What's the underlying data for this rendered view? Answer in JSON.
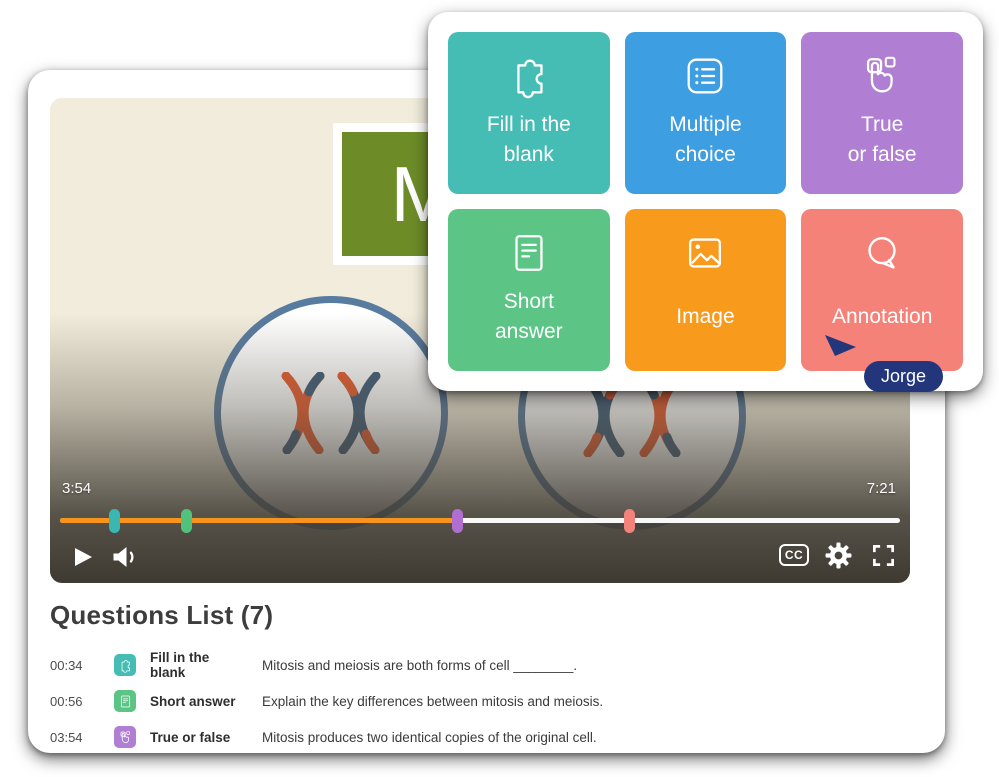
{
  "overlay_panel": {
    "tiles": [
      {
        "label": "Fill in the\nblank",
        "color": "#45bdb5",
        "icon": "puzzle-icon"
      },
      {
        "label": "Multiple\nchoice",
        "color": "#3d9ee2",
        "icon": "list-icon"
      },
      {
        "label": "True\nor false",
        "color": "#b07ed2",
        "icon": "tap-icon"
      },
      {
        "label": "Short\nanswer",
        "color": "#5cc585",
        "icon": "document-icon"
      },
      {
        "label": "Image",
        "color": "#f89a1c",
        "icon": "image-icon"
      },
      {
        "label": "Annotation",
        "color": "#f58278",
        "icon": "speech-bubble-icon"
      }
    ],
    "cursor_label": "Jorge",
    "cursor_color": "#24367b"
  },
  "player": {
    "current_time": "3:54",
    "duration": "7:21",
    "progress_pct": 47.3,
    "progress_color": "#f7941e",
    "cc_label": "CC",
    "video": {
      "logo_letter": "M",
      "logo_color": "#6d8c28",
      "background": "#f1ecdb"
    },
    "markers": [
      {
        "color": "#3ab7b0",
        "position_pct": 6.5
      },
      {
        "color": "#52c17b",
        "position_pct": 15
      },
      {
        "color": "#b06fd0",
        "position_pct": 47.3
      },
      {
        "color": "#f2837b",
        "position_pct": 67.8
      }
    ]
  },
  "questions": {
    "heading": "Questions List (7)",
    "rows": [
      {
        "time": "00:34",
        "type": "Fill in the blank",
        "icon": "puzzle-icon",
        "color": "#45bdb5",
        "text": "Mitosis and meiosis are both forms of cell ________."
      },
      {
        "time": "00:56",
        "type": "Short answer",
        "icon": "document-icon",
        "color": "#5cc585",
        "text": "Explain the key differences between mitosis and meiosis."
      },
      {
        "time": "03:54",
        "type": "True or false",
        "icon": "tap-icon",
        "color": "#b07ed2",
        "text": "Mitosis produces two identical copies of the original cell."
      }
    ]
  }
}
